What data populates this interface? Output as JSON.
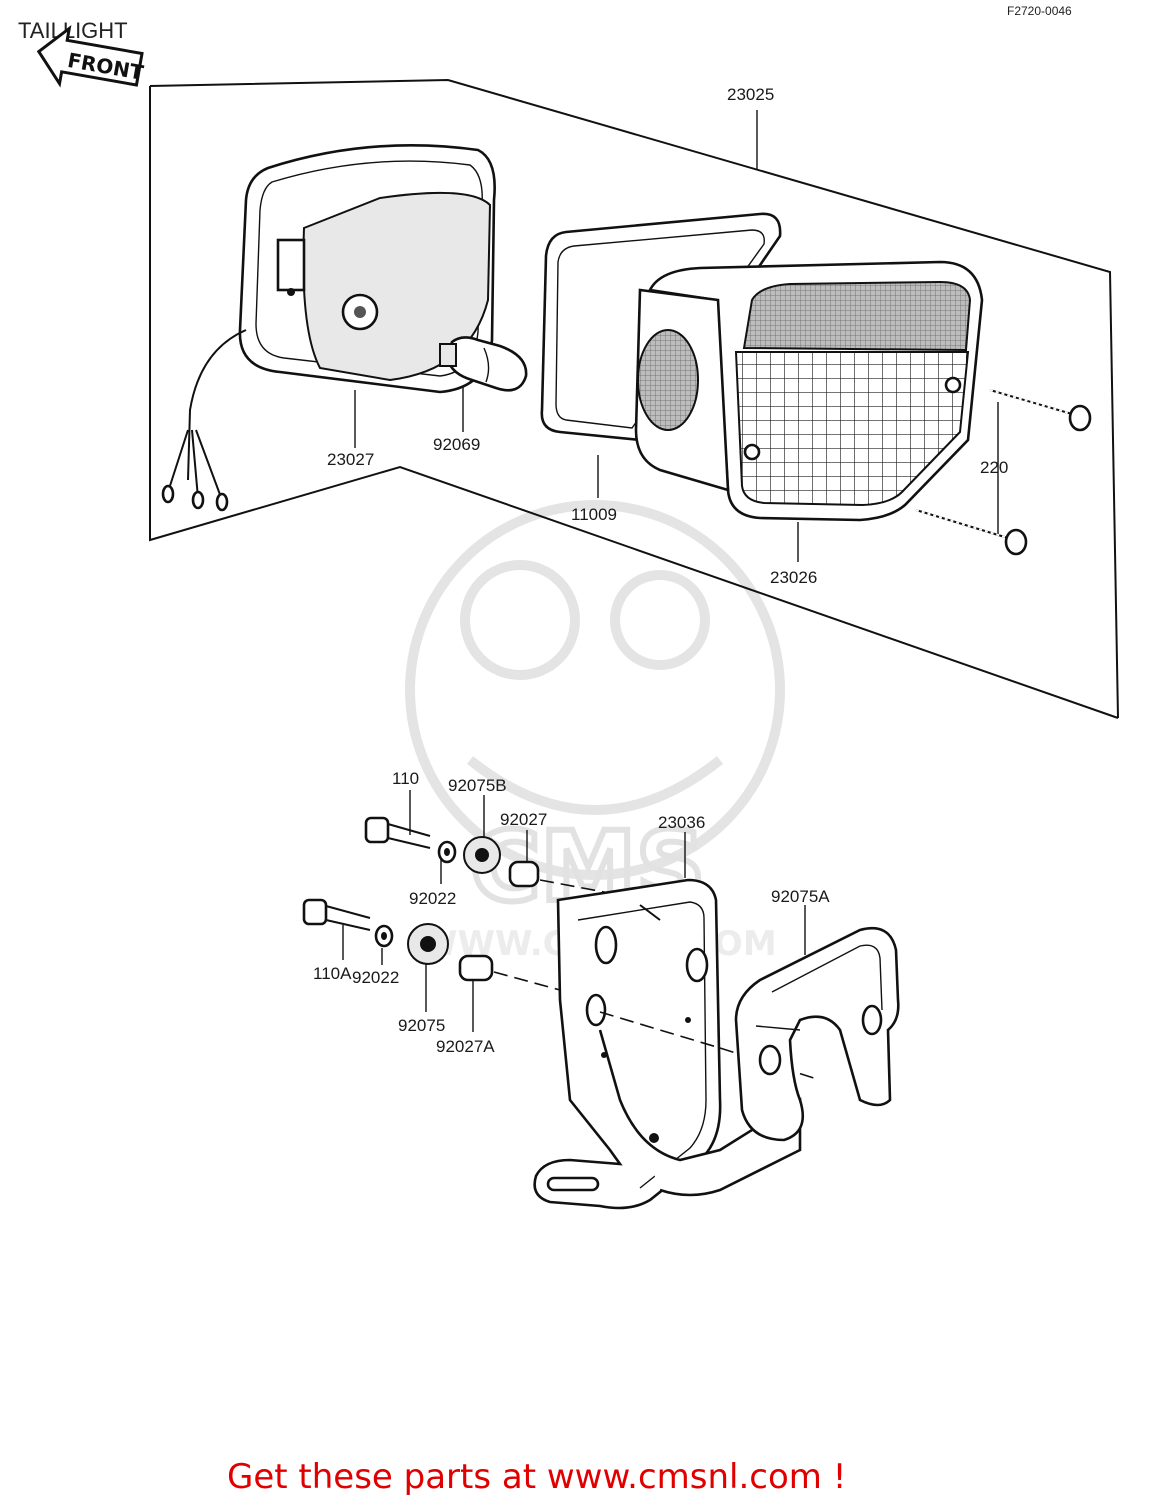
{
  "title": "TAILLIGHT",
  "diagram_code": "F2720-0046",
  "front_badge": "FRONT",
  "footer": "Get these parts at www.cmsnl.com !",
  "watermark": {
    "brand": "CMS",
    "url": "WWW.CMSNL.COM"
  },
  "parts": [
    {
      "id": "p23025",
      "label": "23025"
    },
    {
      "id": "p23027",
      "label": "23027"
    },
    {
      "id": "p92069",
      "label": "92069"
    },
    {
      "id": "p11009",
      "label": "11009"
    },
    {
      "id": "p23026",
      "label": "23026"
    },
    {
      "id": "p220",
      "label": "220"
    },
    {
      "id": "p110",
      "label": "110"
    },
    {
      "id": "p92075B",
      "label": "92075B"
    },
    {
      "id": "p92027",
      "label": "92027"
    },
    {
      "id": "p92022a",
      "label": "92022"
    },
    {
      "id": "p23036",
      "label": "23036"
    },
    {
      "id": "p92075A",
      "label": "92075A"
    },
    {
      "id": "p110A",
      "label": "110A"
    },
    {
      "id": "p92022b",
      "label": "92022"
    },
    {
      "id": "p92075",
      "label": "92075"
    },
    {
      "id": "p92027A",
      "label": "92027A"
    }
  ],
  "colors": {
    "footer_text": "#e00000",
    "line": "#111111",
    "watermark": "#e4e4e4"
  }
}
